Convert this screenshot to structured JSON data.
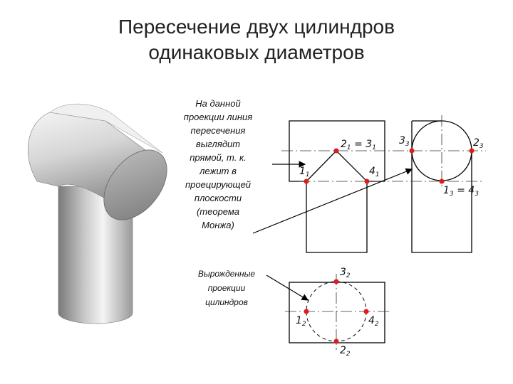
{
  "title": {
    "line1": "Пересечение двух цилиндров",
    "line2": "одинаковых диаметров"
  },
  "note_straight_line": {
    "lines": [
      "На данной",
      "проекции линия",
      "пересечения",
      "выглядит",
      "прямой, т. к.",
      "лежит в",
      "проецирующей",
      "плоскости",
      "(теорема",
      "Монжа)"
    ]
  },
  "note_degenerate": {
    "lines": [
      "Вырожденные",
      "проекции",
      "цилиндров"
    ]
  },
  "point_labels": {
    "front_2_3": {
      "main": "2",
      "sub1": "1",
      "eq": " = 3",
      "sub2": "1"
    },
    "front_1": {
      "main": "1",
      "sub": "1"
    },
    "front_4": {
      "main": "4",
      "sub": "1"
    },
    "side_3": {
      "main": "3",
      "sub": "3"
    },
    "side_2": {
      "main": "2",
      "sub": "3"
    },
    "side_1_4": {
      "main": "1",
      "sub1": "3",
      "eq": " = 4",
      "sub2": "3"
    },
    "top_3": {
      "main": "3",
      "sub": "2"
    },
    "top_1": {
      "main": "1",
      "sub": "2"
    },
    "top_4": {
      "main": "4",
      "sub": "2"
    },
    "top_2": {
      "main": "2",
      "sub": "2"
    }
  },
  "colors": {
    "point": "#e01b1b",
    "line": "#000000",
    "axis": "#333333",
    "cylinder_light": "#f2f2f2",
    "cylinder_dark": "#8c8c8c"
  }
}
